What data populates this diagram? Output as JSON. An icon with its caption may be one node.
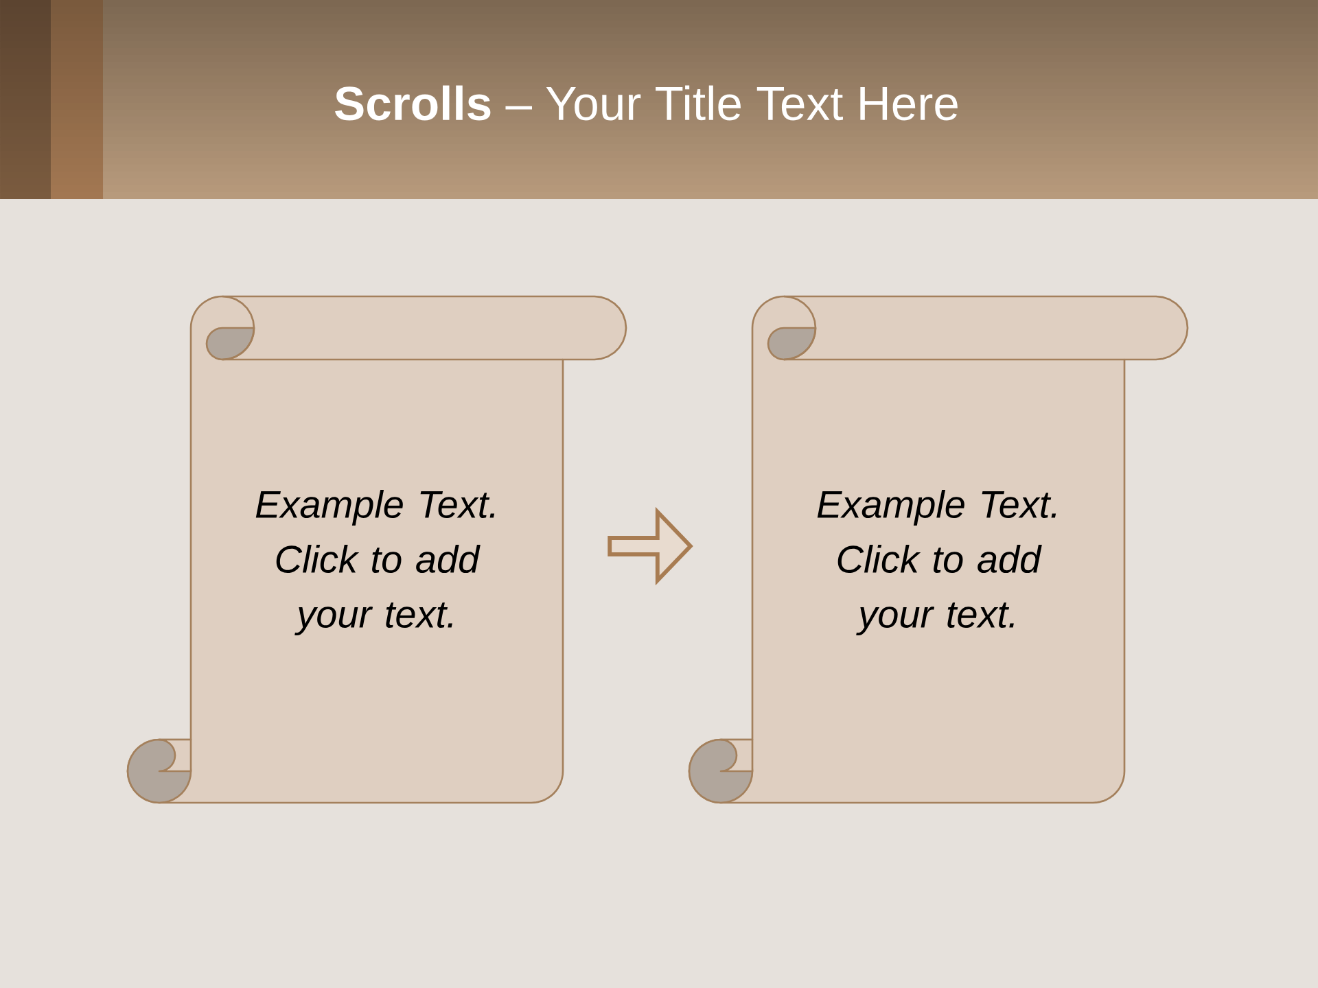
{
  "diagram": {
    "title": "**Scrolls** – Your Title Text Here",
    "nodes": [
      {
        "text": [
          "Example Text. Click to add your text."
        ]
      },
      {
        "text": [
          "Example Text. Click to add your text."
        ]
      }
    ],
    "edges": [
      {
        "from": 0,
        "to": 1,
        "arrow": "to"
      }
    ]
  }
}
